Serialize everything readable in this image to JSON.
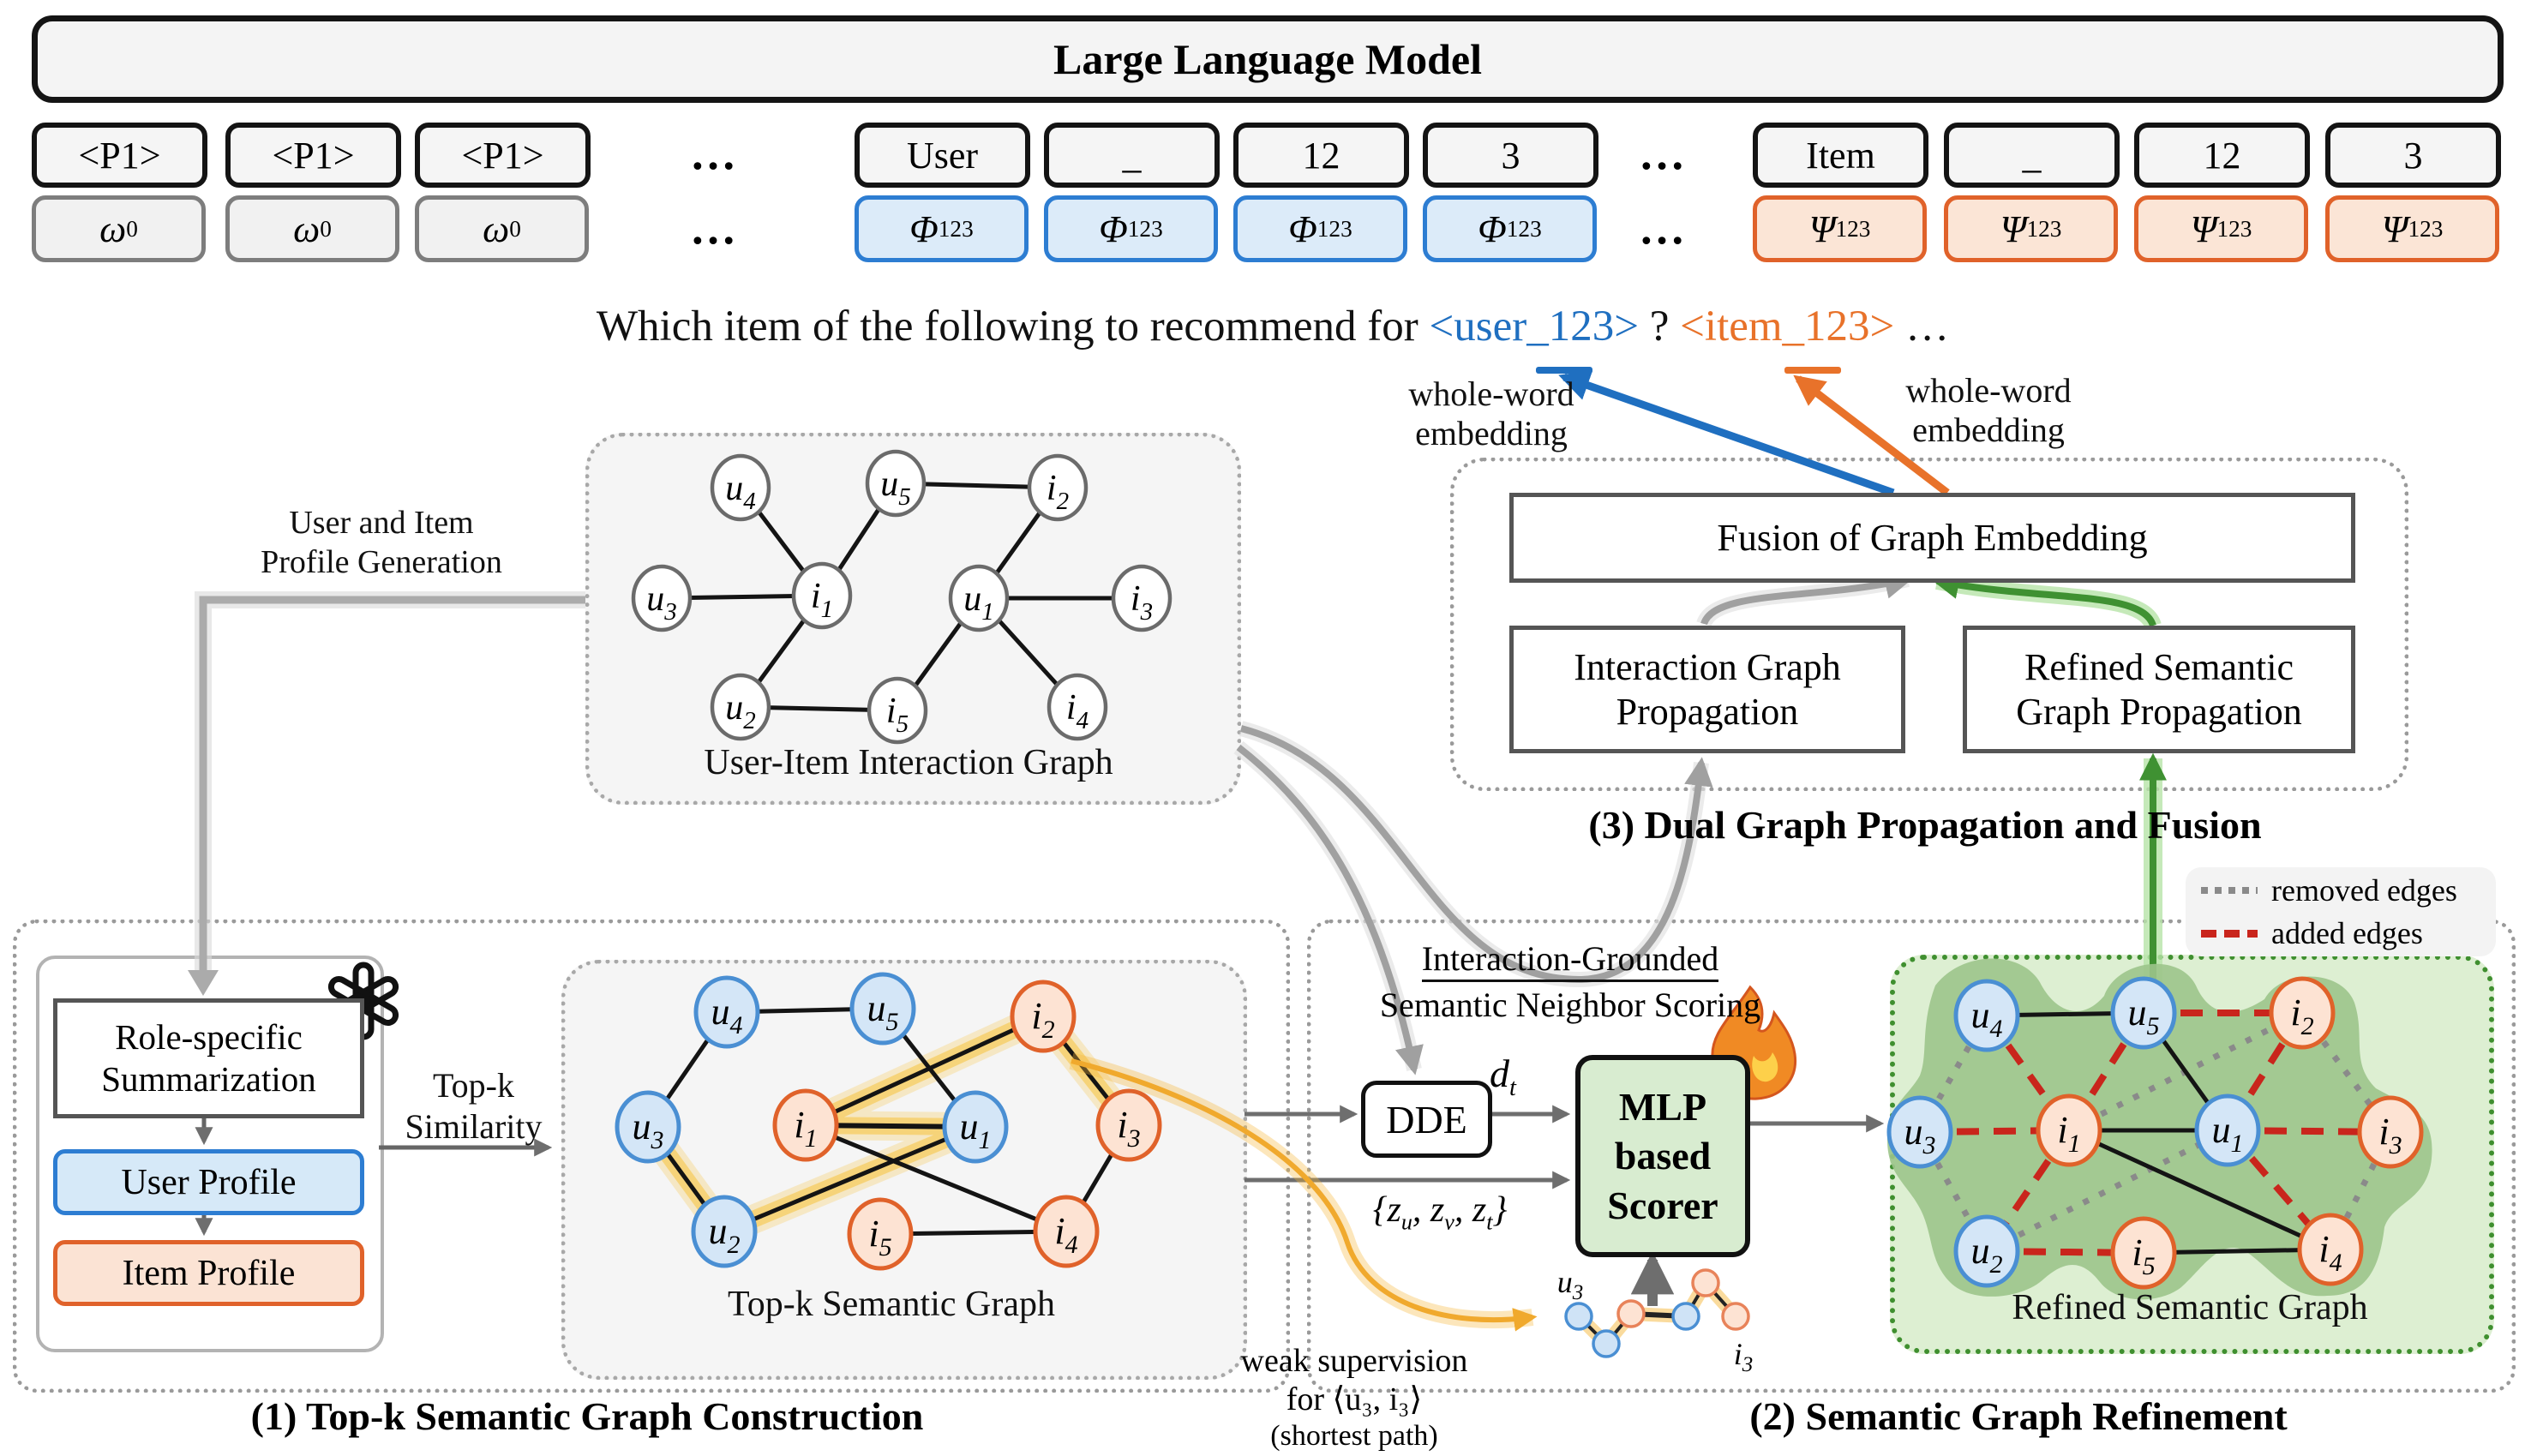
{
  "header": {
    "title": "Large Language Model"
  },
  "tokens": {
    "p_row": [
      "<P1>",
      "<P1>",
      "<P1>"
    ],
    "ellipsis": "…",
    "omega": {
      "base": "ω",
      "sub": "0"
    },
    "user_row": [
      "User",
      "_",
      "12",
      "3"
    ],
    "phi": {
      "base": "Φ",
      "sub": "123"
    },
    "item_row": [
      "Item",
      "_",
      "12",
      "3"
    ],
    "psi": {
      "base": "Ψ",
      "sub": "123"
    }
  },
  "prompt": {
    "text_before": "Which item of the following to recommend for ",
    "user_tag": "<user_123>",
    "between": " ? ",
    "item_tag": "<item_123>",
    "after": " …"
  },
  "annotations": {
    "whole_word": {
      "line1": "whole-word",
      "line2": "embedding"
    },
    "profile_generation": {
      "line1": "User and Item",
      "line2": "Profile Generation"
    },
    "topk_similarity": {
      "line1": "Top-k",
      "line2": "Similarity"
    },
    "igsns": {
      "line1": "Interaction-Grounded",
      "line2": "Semantic Neighbor Scoring"
    },
    "dde": "DDE",
    "dt": {
      "base": "d",
      "sub": "t"
    },
    "zset": {
      "p0": "{z",
      "s0": "u",
      "p1": ", z",
      "s1": "v",
      "p2": ", z",
      "s2": "t",
      "p3": "}"
    },
    "mlp": {
      "line1": "MLP",
      "line2": "based",
      "line3": "Scorer"
    },
    "weak_supervision": {
      "line1": "weak supervision",
      "line2": "for ⟨u₃, i₃⟩",
      "line3": "(shortest path)"
    }
  },
  "boxes": {
    "fusion": "Fusion of Graph Embedding",
    "igp_line1": "Interaction Graph",
    "igp_line2": "Propagation",
    "rsgp_line1": "Refined Semantic",
    "rsgp_line2": "Graph Propagation",
    "role_line1": "Role-specific",
    "role_line2": "Summarization",
    "user_profile": "User Profile",
    "item_profile": "Item Profile"
  },
  "sections": {
    "s1": "(1) Top-k Semantic Graph Construction",
    "s2": "(2) Semantic Graph Refinement",
    "s3": "(3) Dual Graph Propagation and Fusion"
  },
  "graphs": {
    "interaction_caption": "User-Item Interaction Graph",
    "topk_caption": "Top-k Semantic Graph",
    "refined_caption": "Refined Semantic Graph"
  },
  "legend": {
    "removed": "removed edges",
    "added": "added edges"
  },
  "node_labels": [
    {
      "base": "u",
      "sub": "4"
    },
    {
      "base": "u",
      "sub": "5"
    },
    {
      "base": "i",
      "sub": "2"
    },
    {
      "base": "u",
      "sub": "3"
    },
    {
      "base": "i",
      "sub": "1"
    },
    {
      "base": "u",
      "sub": "1"
    },
    {
      "base": "i",
      "sub": "3"
    },
    {
      "base": "u",
      "sub": "2"
    },
    {
      "base": "i",
      "sub": "5"
    },
    {
      "base": "i",
      "sub": "4"
    }
  ],
  "mini": {
    "u3": {
      "base": "u",
      "sub": "3"
    },
    "i3": {
      "base": "i",
      "sub": "3"
    }
  },
  "colors": {
    "user_blue": "#1f6fc0",
    "item_orange": "#e8722a",
    "added_red": "#c9251c",
    "removed_gray": "#8a8a8a",
    "highlight_yellow": "#f6b73c",
    "refine_green": "#3f9132"
  }
}
